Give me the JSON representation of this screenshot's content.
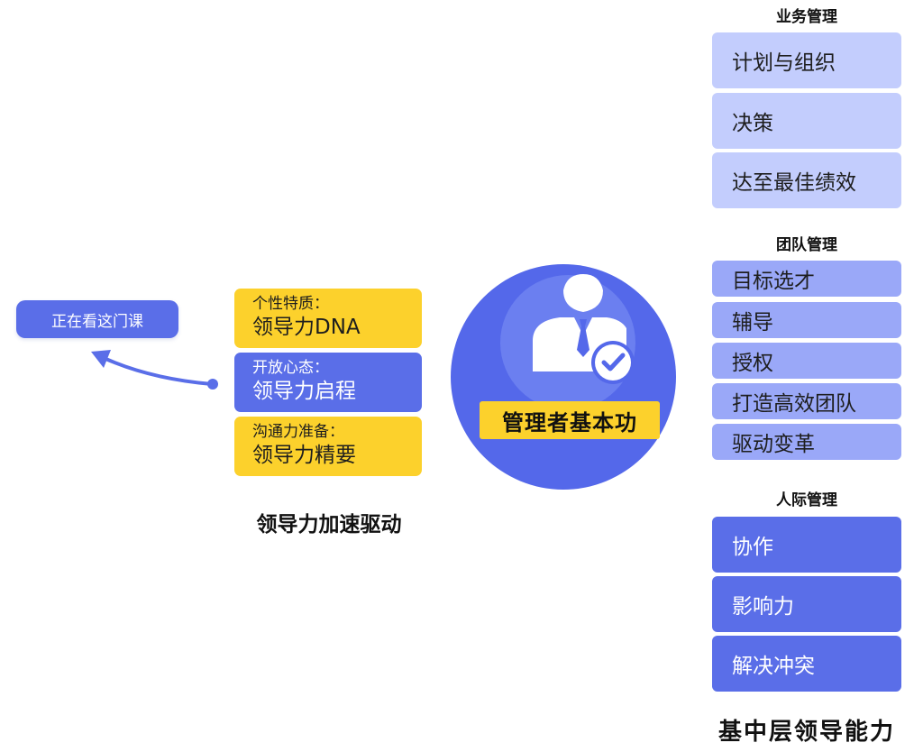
{
  "current_course": {
    "label": "正在看这门课"
  },
  "course_stack": {
    "title": "领导力加速驱动",
    "cards": [
      {
        "subtitle": "个性特质：",
        "title": "领导力DNA",
        "color": "#fcd12c"
      },
      {
        "subtitle": "开放心态：",
        "title": "领导力启程",
        "color": "#5a6ee8"
      },
      {
        "subtitle": "沟通力准备：",
        "title": "领导力精要",
        "color": "#fcd12c"
      }
    ]
  },
  "center": {
    "label": "管理者基本功",
    "icon": "manager-check-icon",
    "circle_color": "#5468ea",
    "label_color": "#fcd12c"
  },
  "right_column": {
    "title": "基中层领导能力",
    "categories": [
      {
        "title": "业务管理",
        "items": [
          "计划与组织",
          "决策",
          "达至最佳绩效"
        ],
        "color": "#c3cdfd"
      },
      {
        "title": "团队管理",
        "items": [
          "目标选才",
          "辅导",
          "授权",
          "打造高效团队",
          "驱动变革"
        ],
        "color": "#9aa8f8"
      },
      {
        "title": "人际管理",
        "items": [
          "协作",
          "影响力",
          "解决冲突"
        ],
        "color": "#5a6ee8"
      }
    ]
  }
}
